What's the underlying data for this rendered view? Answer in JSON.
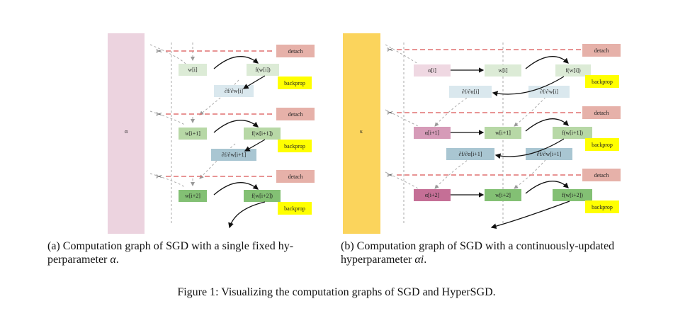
{
  "panel_a": {
    "side_label": "α",
    "detach_label": "detach",
    "backprop_label": "backprop",
    "w_nodes": [
      "w[i]",
      "w[i+1]",
      "w[i+2]"
    ],
    "f_nodes": [
      "f(w[i])",
      "f(w[i+1])",
      "f(w[i+2])"
    ],
    "grad_w_nodes": [
      "∂f/∂w[i]",
      "∂f/∂w[i+1]"
    ],
    "caption": {
      "label": "(a)",
      "text": "Computation graph of SGD with a single fixed hy-perparameter",
      "math": "α",
      "end": "."
    }
  },
  "panel_b": {
    "side_label": "κ",
    "detach_label": "detach",
    "backprop_label": "backprop",
    "alpha_nodes": [
      "α[i]",
      "α[i+1]",
      "α[i+2]"
    ],
    "w_nodes": [
      "w[i]",
      "w[i+1]",
      "w[i+2]"
    ],
    "f_nodes": [
      "f(w[i])",
      "f(w[i+1])",
      "f(w[i+2])"
    ],
    "grad_alpha_nodes": [
      "∂f/∂α[i]",
      "∂f/∂α[i+1]"
    ],
    "grad_w_nodes": [
      "∂f/∂w[i]",
      "∂f/∂w[i+1]"
    ],
    "caption": {
      "label": "(b)",
      "text": "Computation graph of SGD with a continuously-updated hyperparameter",
      "math": "αi",
      "end": "."
    }
  },
  "figure_caption": "Figure 1: Visualizing the computation graphs of SGD and HyperSGD.",
  "colors": {
    "alpha_bar_a": "#ecd3df",
    "kappa_bar_b": "#fbd45c",
    "detach": "#e6b1a9",
    "detach_line": "#e07070",
    "backprop": "#ffff00",
    "w_row1": "#dcebd6",
    "w_row2": "#b7d8a6",
    "w_row3": "#83c074",
    "grad_row1": "#dae8ee",
    "grad_row2": "#a9c6d2",
    "alpha_row1": "#efd8e2",
    "alpha_row2": "#d69bb8",
    "alpha_row3": "#c56f96"
  },
  "icons": [
    "scissors-icon"
  ]
}
